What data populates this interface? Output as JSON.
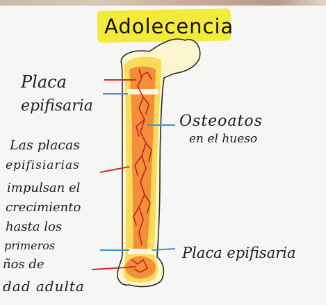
{
  "title": "Adolecencia",
  "labels": {
    "placa_top_1": "Placa",
    "placa_top_2": "epifisaria",
    "osteocitos_1": "Osteoatos",
    "osteocitos_2": "en el hueso",
    "placa_bottom": "Placa epifisaria"
  },
  "note_lines": [
    "Las placas",
    "epifisiarias",
    "impulsan el",
    "crecimiento",
    "hasta los",
    "primeros",
    "ños de",
    "dad adulta"
  ],
  "colors": {
    "highlight": "#f3ea3a",
    "bone_orange": "#f28a3a",
    "bone_yellow": "#f7d84a",
    "vessel_red": "#c41f1f",
    "line_blue": "#3b8fd6",
    "line_red": "#d22a2a"
  }
}
